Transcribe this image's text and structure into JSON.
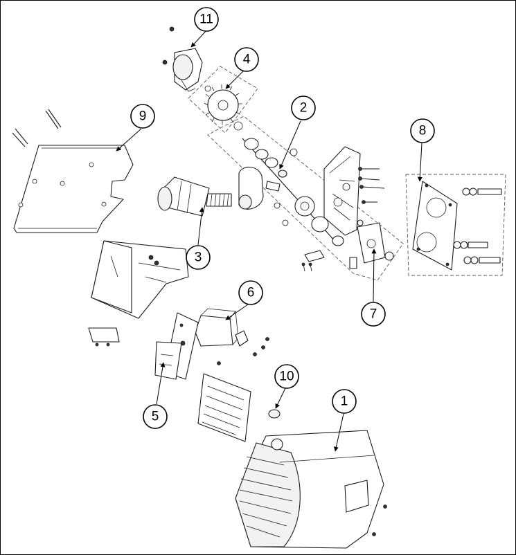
{
  "diagram": {
    "callouts": [
      "1",
      "2",
      "3",
      "4",
      "5",
      "6",
      "7",
      "8",
      "9",
      "10",
      "11"
    ]
  },
  "colors": {
    "line": "#1a1a1a",
    "background": "#ffffff",
    "dashed_group": "#555555"
  }
}
